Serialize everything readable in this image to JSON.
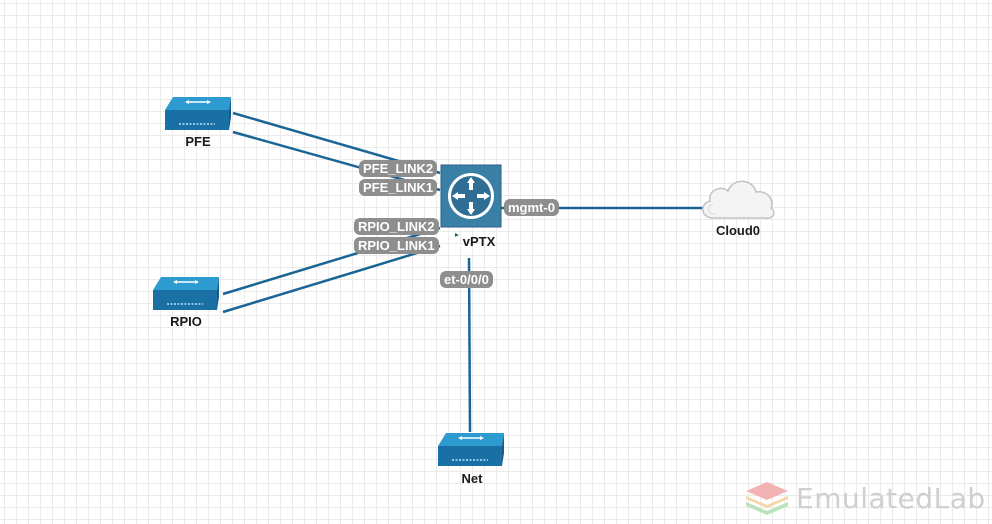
{
  "topology": {
    "nodes": {
      "pfe": {
        "label": "PFE",
        "icon": "network-switch-icon"
      },
      "rpio": {
        "label": "RPIO",
        "icon": "network-switch-icon"
      },
      "vptx": {
        "label": "vPTX",
        "icon": "juniper-router-icon"
      },
      "cloud": {
        "label": "Cloud0",
        "icon": "cloud-icon"
      },
      "net": {
        "label": "Net",
        "icon": "network-switch-icon"
      }
    },
    "interfaces": {
      "pfe_link2": "PFE_LINK2",
      "pfe_link1": "PFE_LINK1",
      "rpio_link2": "RPIO_LINK2",
      "rpio_link1": "RPIO_LINK1",
      "mgmt": "mgmt-0",
      "et": "et-0/0/0"
    }
  },
  "watermark": {
    "text": "EmulatedLab",
    "icon": "layers-logo-icon"
  },
  "colors": {
    "link": "#1a6496",
    "switch_top": "#2d9ad0",
    "switch_front": "#1a6fa5",
    "router_body": "#3a7fa6",
    "label_bg": "#8e8e8e",
    "grid": "#ebebeb"
  }
}
